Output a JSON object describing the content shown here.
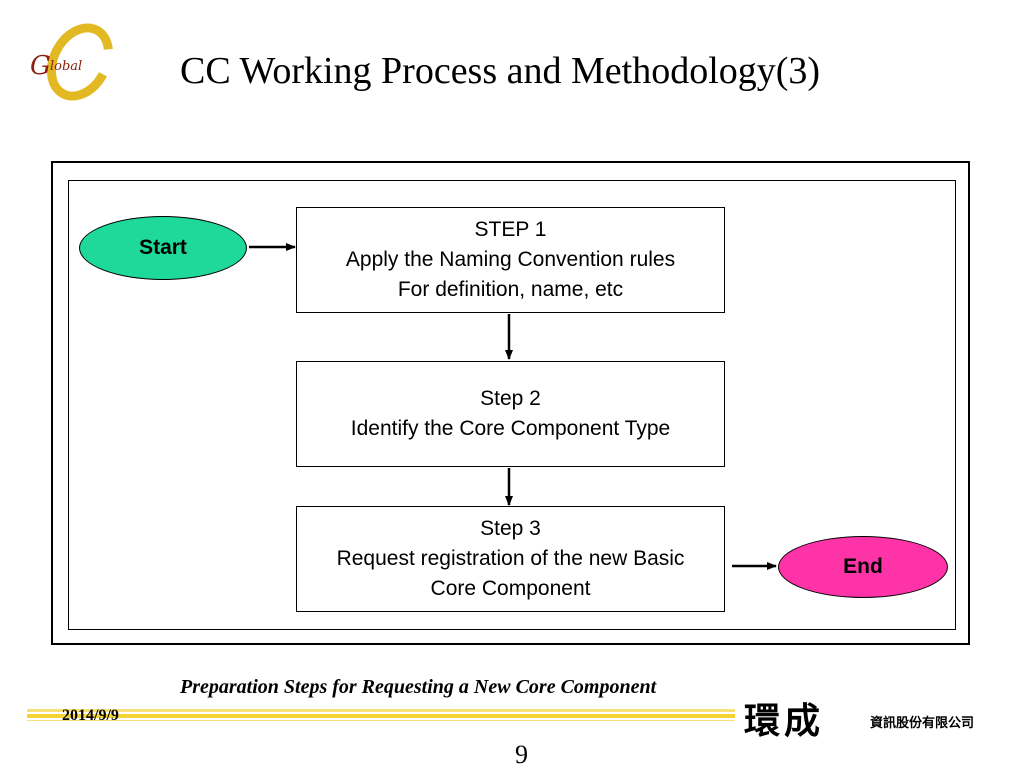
{
  "header": {
    "logo_text": "Global",
    "title": "CC Working Process and Methodology(3)"
  },
  "flowchart": {
    "start_label": "Start",
    "end_label": "End",
    "steps": [
      {
        "lines": [
          "STEP 1",
          "Apply the Naming Convention rules",
          "For definition, name, etc"
        ]
      },
      {
        "lines": [
          "Step 2",
          "Identify the Core Component Type"
        ]
      },
      {
        "lines": [
          "Step 3",
          "Request registration of the new Basic",
          "Core Component"
        ]
      }
    ]
  },
  "footer": {
    "caption": "Preparation Steps for Requesting a New Core Component",
    "date": "2014/9/9",
    "company_name": "環成",
    "company_sub": "資訊股份有限公司",
    "page_number": "9"
  },
  "colors": {
    "start_fill": "#1ed99a",
    "end_fill": "#ff33a8",
    "logo_gold": "#e3b923",
    "logo_red": "#8a1f12",
    "footer_bar": "#f2d533"
  }
}
